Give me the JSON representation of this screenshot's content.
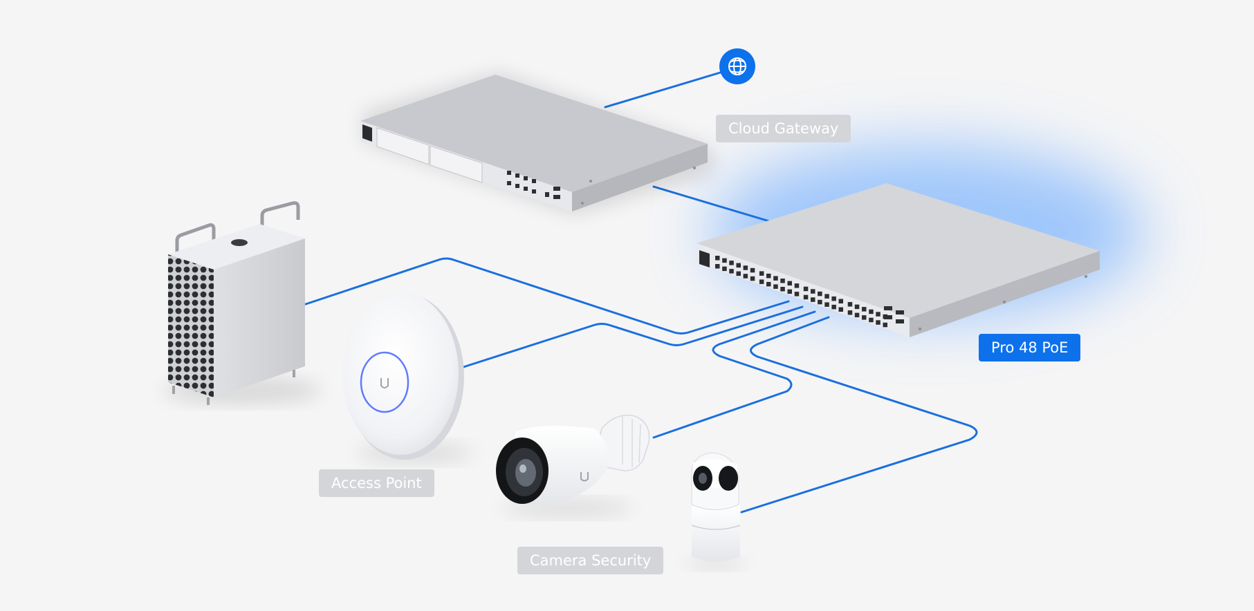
{
  "diagram": {
    "nodes": {
      "internet": {
        "icon": "globe-icon"
      },
      "cloud_gateway": {
        "label": "Cloud Gateway"
      },
      "switch": {
        "label": "Pro 48 PoE",
        "highlighted": true
      },
      "workstation": {
        "icon": "tower-computer-icon"
      },
      "access_point": {
        "label": "Access Point"
      },
      "cameras": {
        "label": "Camera Security"
      }
    },
    "connections": [
      {
        "from": "cloud_gateway",
        "to": "internet"
      },
      {
        "from": "cloud_gateway",
        "to": "switch"
      },
      {
        "from": "switch",
        "to": "workstation"
      },
      {
        "from": "switch",
        "to": "access_point"
      },
      {
        "from": "switch",
        "to": "bullet_camera"
      },
      {
        "from": "switch",
        "to": "dome_camera"
      }
    ]
  },
  "colors": {
    "background": "#f5f5f6",
    "connection": "#1a6fde",
    "accent": "#0d71ec",
    "label_muted": "#d4d5d8",
    "label_text": "#ffffff"
  }
}
